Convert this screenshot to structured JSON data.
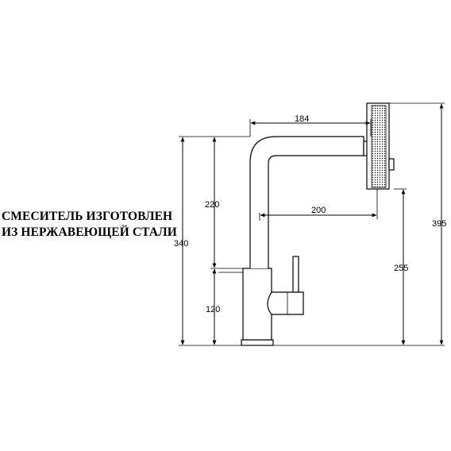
{
  "caption": {
    "line1": "СМЕСИТЕЛЬ ИЗГОТОВЛЕН",
    "line2": "ИЗ НЕРЖАВЕЮЩЕЙ СТАЛИ"
  },
  "dimensions": {
    "spout_reach": "184",
    "head_reach": "200",
    "upper_height": "220",
    "base_height": "120",
    "total_height": "340",
    "outlet_height": "255",
    "overall_height": "395"
  }
}
